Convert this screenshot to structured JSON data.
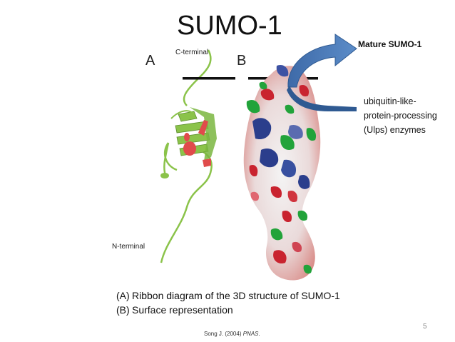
{
  "slide": {
    "title": "SUMO-1",
    "panel_a_letter": "A",
    "panel_b_letter": "B",
    "c_terminal_label": "C-terminal",
    "n_terminal_label": "N-terminal",
    "mature_label": "Mature SUMO-1",
    "enzyme_lines": [
      "ubiquitin-like-",
      "protein-processing",
      "(Ulps) enzymes"
    ],
    "captions": [
      {
        "marker": "(A)",
        "text": "Ribbon diagram of the 3D structure of SUMO-1"
      },
      {
        "marker": "(B)",
        "text": "Surface representation"
      }
    ],
    "citation_prefix": "Song J. (2004) ",
    "citation_journal": "PNAS",
    "citation_suffix": ".",
    "page_number": "5"
  },
  "colors": {
    "arrow_blue": "#4a7ab8",
    "ribbon_green": "#8bc34a",
    "ribbon_red": "#e04b4b",
    "surface_pink": "#e8a7a3",
    "surface_blue": "#2b3e8c",
    "surface_green": "#22a33a",
    "surface_red": "#c9232f"
  }
}
